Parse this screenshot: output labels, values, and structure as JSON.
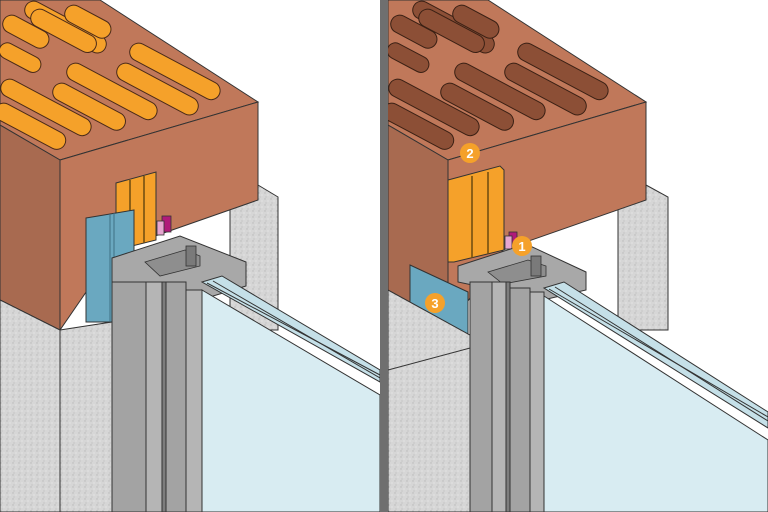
{
  "figure": {
    "type": "architectural window installation detail",
    "panels": [
      {
        "id": "left",
        "description": "Window frame installed against brick wall with taped seal and plaster",
        "materials": [
          "perforated brick (orange cavities)",
          "blue membrane tape",
          "orange sealing strip",
          "magenta fastener",
          "grey window frame",
          "triple glazing",
          "plaster/render"
        ]
      },
      {
        "id": "right",
        "description": "Window frame installed with numbered components",
        "callouts": [
          {
            "number": "1",
            "label": "1"
          },
          {
            "number": "2",
            "label": "2"
          },
          {
            "number": "3",
            "label": "3"
          }
        ]
      }
    ]
  },
  "colors": {
    "brick": "#c0785a",
    "brick_side": "#a86a50",
    "cavity_left": "#f5a12a",
    "cavity_right": "#8c4f36",
    "seal_orange": "#f5a12a",
    "membrane_blue": "#6aa8c0",
    "fastener_magenta": "#b01a7a",
    "fastener_pink": "#e6a6d0",
    "frame_grey": "#a8a8a8",
    "frame_dark": "#8e8e8e",
    "glass": "#d8ecf2",
    "plaster": "#d4d4d4",
    "badge": "#f5a12a",
    "divider": "#6f6f6f",
    "outline": "#333333"
  }
}
